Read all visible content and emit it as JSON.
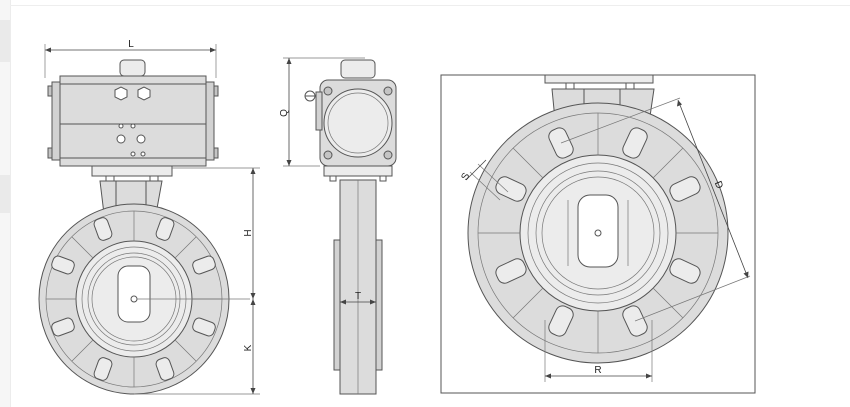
{
  "drawing": {
    "dimension_labels": {
      "L": "L",
      "H": "H",
      "K": "K",
      "Q": "Q",
      "T": "T",
      "S": "S",
      "D": "D",
      "R": "R"
    },
    "colors": {
      "line": "#555555",
      "body_fill": "#dcdcdc",
      "actuator_fill": "#d9d9d9",
      "background": "#ffffff"
    }
  }
}
